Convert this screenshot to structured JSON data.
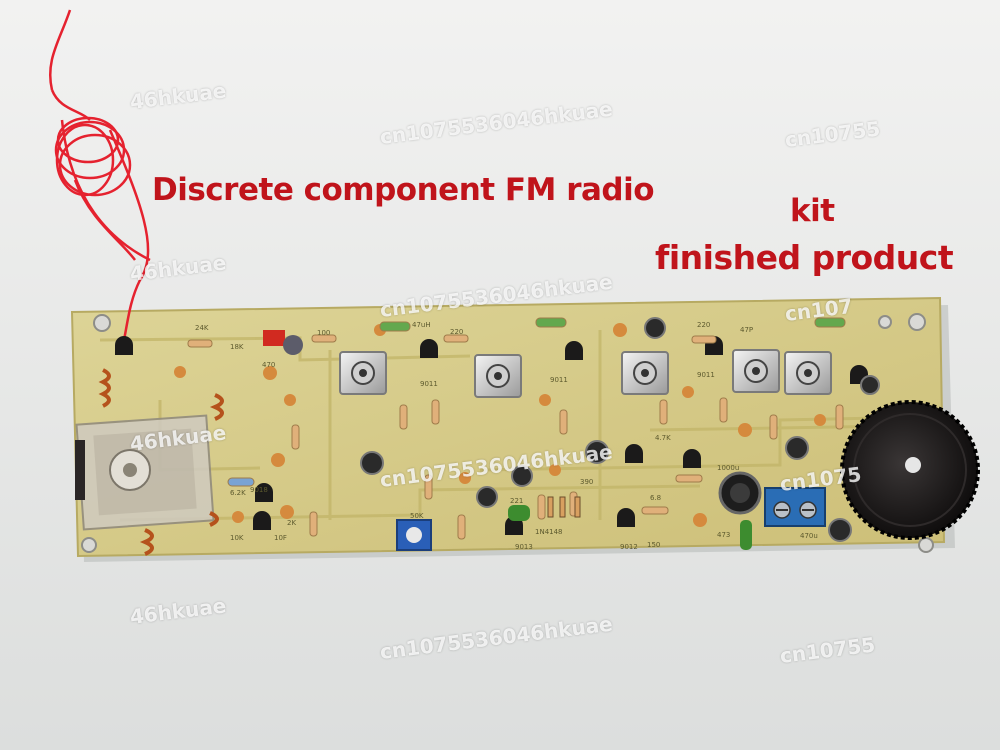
{
  "image": {
    "description_subject": "FM radio PCB kit",
    "colors": {
      "background": "#e9eaea",
      "pcb": "#d8cd8a",
      "trace": "#bfb46a",
      "caption": "#c0141b",
      "antenna_wire": "#e5222f",
      "knob": "#1c1a1a",
      "terminal": "#2a6db5"
    }
  },
  "captions": {
    "title": "Discrete component FM radio",
    "kit": "kit",
    "finished": "finished product"
  },
  "watermarks": {
    "w1": "46hkuae",
    "w2": "cn1075536046hkuae",
    "w3": "cn10755",
    "w4": "46hkuae",
    "w5": "cn1075536046hkuae",
    "w6": "cn107",
    "w7": "46hkuae",
    "w8": "cn1075536046hkuae",
    "w9": "cn1075",
    "w10": "46hkuae",
    "w11": "cn1075536046hkuae",
    "w12": "cn10755"
  },
  "silkscreen": {
    "r24k": "24K",
    "r18k": "18K",
    "c100": "100",
    "c220a": "220",
    "c220b": "220",
    "c470": "470",
    "t9011a": "9011",
    "t9011b": "9011",
    "t9011c": "9011",
    "t9018": "9018",
    "r6k2": "6.2K",
    "r2k": "2K",
    "r10k": "10K",
    "r10f": "10F",
    "t9012": "9012",
    "t9013": "9013",
    "d4148": "1N4148",
    "c390": "390",
    "c1000": "1000u",
    "c150": "150",
    "c473": "473",
    "c470u": "470u",
    "r47uh": "47uH",
    "c47p": "47P",
    "r4k7": "4.7K",
    "c50k": "50K",
    "c221": "221",
    "c68": "6.8"
  },
  "icons": {
    "antenna": "antenna-wire-icon",
    "knob": "volume-knob-icon",
    "variable_capacitor": "variable-capacitor-icon",
    "terminal": "screw-terminal-icon"
  }
}
